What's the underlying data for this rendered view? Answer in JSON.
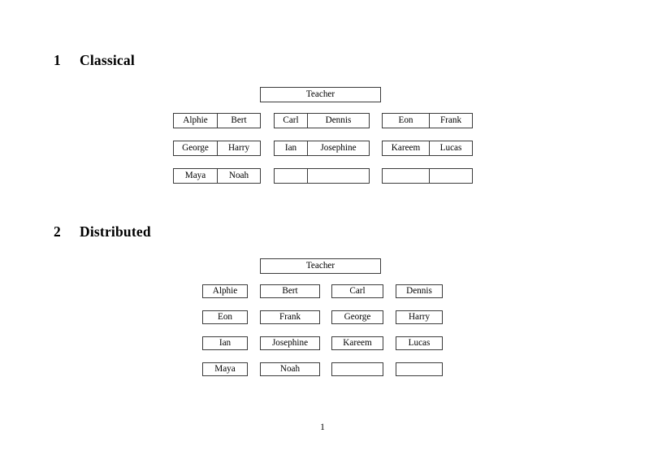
{
  "document": {
    "page_number": "1"
  },
  "sections": [
    {
      "number": "1",
      "title": "Classical",
      "teacher_label": "Teacher",
      "layout": "three-groups-of-two-columns",
      "groups": [
        {
          "rows": [
            [
              "Alphie",
              "Bert"
            ],
            [
              "George",
              "Harry"
            ],
            [
              "Maya",
              "Noah"
            ]
          ]
        },
        {
          "rows": [
            [
              "Carl",
              "Dennis"
            ],
            [
              "Ian",
              "Josephine"
            ],
            [
              "",
              ""
            ]
          ]
        },
        {
          "rows": [
            [
              "Eon",
              "Frank"
            ],
            [
              "Kareem",
              "Lucas"
            ],
            [
              "",
              ""
            ]
          ]
        }
      ]
    },
    {
      "number": "2",
      "title": "Distributed",
      "teacher_label": "Teacher",
      "layout": "four-separate-boxes-per-row",
      "rows": [
        [
          "Alphie",
          "Bert",
          "Carl",
          "Dennis"
        ],
        [
          "Eon",
          "Frank",
          "George",
          "Harry"
        ],
        [
          "Ian",
          "Josephine",
          "Kareem",
          "Lucas"
        ],
        [
          "Maya",
          "Noah",
          "",
          ""
        ]
      ]
    }
  ],
  "colors": {
    "page_background": "#ffffff",
    "text": "#000000",
    "box_border": "#3a3a3a"
  }
}
